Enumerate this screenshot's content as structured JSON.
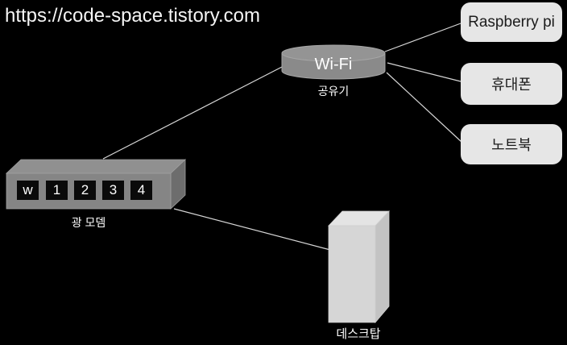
{
  "watermark": {
    "url": "https://code-space.tistory.com"
  },
  "colors": {
    "background": "#000000",
    "connector_line": "#d6d6d6",
    "router_fill": "#8a8a8a",
    "router_top_fill": "#949494",
    "modem_front_fill": "#858585",
    "modem_top_fill": "#909090",
    "modem_side_fill": "#6d6d6d",
    "desktop_front_fill": "#d6d6d6",
    "desktop_top_fill": "#e4e4e4",
    "desktop_side_fill": "#c3c3c3",
    "device_box_fill": "#e6e6e6",
    "port_fill": "#0a0a0a",
    "light_text": "#ffffff",
    "dark_text": "#1c1c1c"
  },
  "nodes": {
    "router": {
      "label": "Wi-Fi",
      "caption": "공유기"
    },
    "modem": {
      "caption": "광 모뎀",
      "ports": [
        "w",
        "1",
        "2",
        "3",
        "4"
      ]
    },
    "desktop": {
      "caption": "데스크탑"
    },
    "devices": [
      {
        "label": "Raspberry pi"
      },
      {
        "label": "휴대폰"
      },
      {
        "label": "노트북"
      }
    ]
  }
}
